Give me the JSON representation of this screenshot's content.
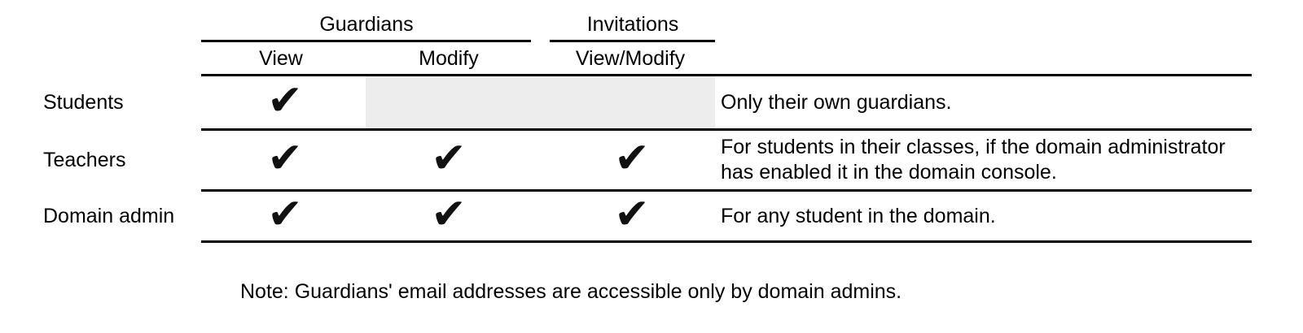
{
  "header": {
    "groups": [
      {
        "label": "Guardians",
        "columns": [
          "View",
          "Modify"
        ]
      },
      {
        "label": "Invitations",
        "columns": [
          "View/Modify"
        ]
      }
    ]
  },
  "rows": [
    {
      "role": "Students",
      "checks": {
        "view": true,
        "modify": false,
        "view_modify": false
      },
      "disabled_highlight": true,
      "description_lines": [
        "Only their own guardians."
      ]
    },
    {
      "role": "Teachers",
      "checks": {
        "view": true,
        "modify": true,
        "view_modify": true
      },
      "disabled_highlight": false,
      "description_lines": [
        "For students in their classes, if the domain administrator",
        "has enabled it in the domain console."
      ]
    },
    {
      "role": "Domain admin",
      "checks": {
        "view": true,
        "modify": true,
        "view_modify": true
      },
      "disabled_highlight": false,
      "description_lines": [
        "For any student in the domain."
      ]
    }
  ],
  "icons": {
    "checkmark": "✔"
  },
  "note": "Note: Guardians' email addresses are accessible only by domain admins.",
  "colors": {
    "rule_line": "#000000",
    "row_highlight": "#ededed",
    "checkmark": "#111111",
    "text": "#000000"
  }
}
